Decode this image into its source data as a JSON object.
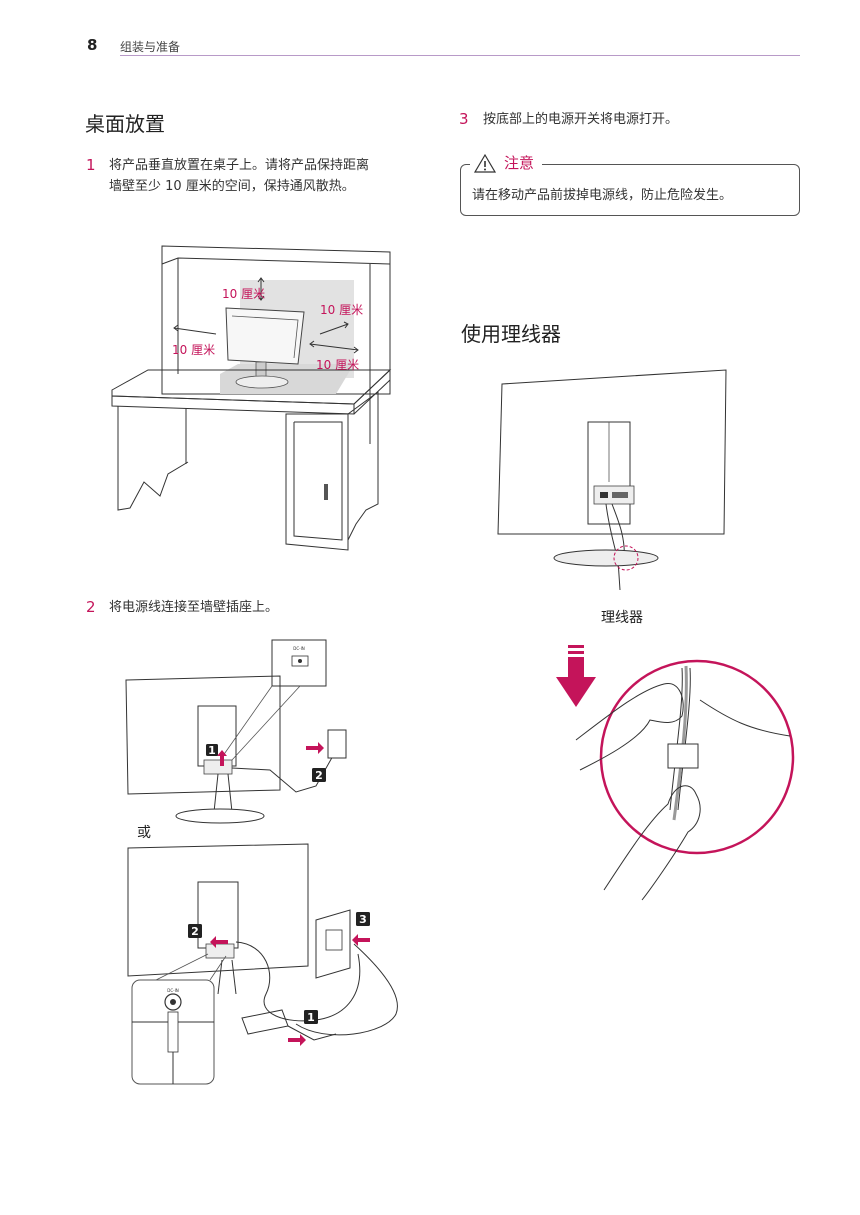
{
  "header": {
    "page_number": "8",
    "section_title": "组装与准备"
  },
  "desktop": {
    "title": "桌面放置",
    "step1": {
      "num": "1",
      "line1": "将产品垂直放置在桌子上。请将产品保持距离",
      "line2": "墙壁至少 10 厘米的空间，保持通风散热。"
    },
    "clearance_labels": [
      "10 厘米",
      "10 厘米",
      "10 厘米",
      "10 厘米"
    ],
    "step2": {
      "num": "2",
      "text": "将电源线连接至墙壁插座上。"
    },
    "or_text": "或",
    "badges_top": [
      "1",
      "2"
    ],
    "badges_bottom": [
      "2",
      "3",
      "1"
    ],
    "dc_in_label": "DC-IN"
  },
  "right": {
    "step3": {
      "num": "3",
      "text": "按底部上的电源开关将电源打开。"
    },
    "caution": {
      "label": "注意",
      "text": "请在移动产品前拔掉电源线，防止危险发生。"
    },
    "cable_title": "使用理线器",
    "cable_caption": "理线器"
  },
  "colors": {
    "accent": "#c4145a",
    "text": "#222222",
    "header_rule": "#b89ac8"
  },
  "icons": [
    "warning-triangle-icon",
    "down-arrow-icon"
  ]
}
